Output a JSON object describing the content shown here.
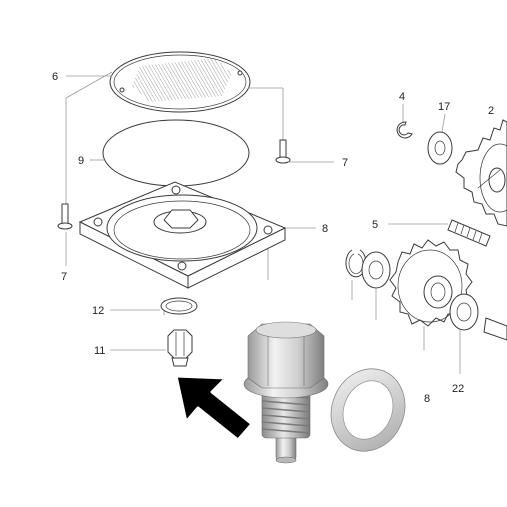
{
  "callouts": {
    "c6": "6",
    "c9": "9",
    "c7a": "7",
    "c7b": "7",
    "c8": "8",
    "c4": "4",
    "c17": "17",
    "c2": "2",
    "c5": "5",
    "c12": "12",
    "c11": "11",
    "c22": "22",
    "c8b": "8"
  },
  "colors": {
    "arrow": "#000000",
    "line_art": "#3a3a3a",
    "leader": "#9a9a9a",
    "metal_light": "#e6e6e6",
    "metal_dark": "#8c8c8c"
  }
}
